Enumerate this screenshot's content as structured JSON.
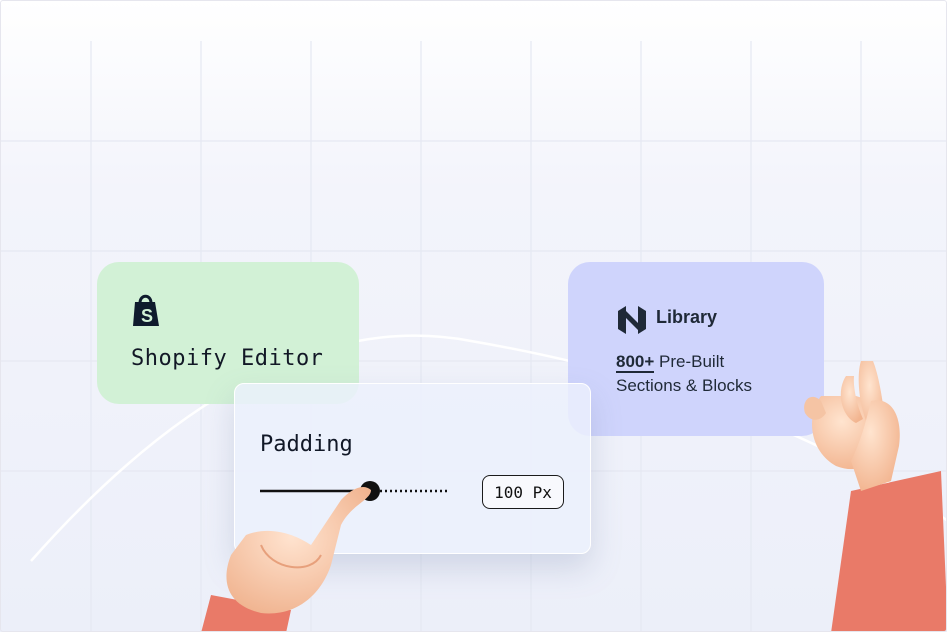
{
  "shopify_card": {
    "title": "Shopify Editor",
    "logo_icon": "shopify-bag-icon",
    "bg_color": "#d2f1d6"
  },
  "library_card": {
    "title": "Library",
    "highlight": "800+",
    "line1_rest": " Pre-Built",
    "line2": "Sections & Blocks",
    "logo_icon": "library-logo-icon",
    "bg_color": "#cfd4fc"
  },
  "padding_card": {
    "label": "Padding",
    "value_label": "100 Px",
    "slider_level": 0.58
  }
}
